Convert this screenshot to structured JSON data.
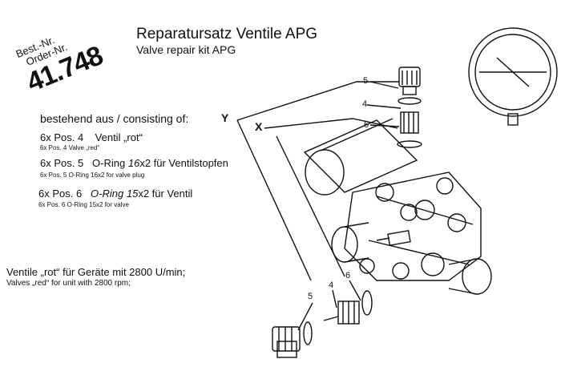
{
  "order": {
    "best_nr_label": "Best.-Nr.",
    "order_nr_label": "Order-Nr.",
    "number": "41.748"
  },
  "title": {
    "de": "Reparatursatz Ventile APG",
    "en": "Valve repair kit APG"
  },
  "consisting_of": "bestehend aus / consisting of:",
  "items": [
    {
      "qty": "6x Pos. 4",
      "de_main": "Ventil „rot“",
      "de_mid": "",
      "de_tail": "",
      "en": "6x Pos. 4   Valve „red“"
    },
    {
      "qty": "6x Pos. 5",
      "de_main": "O-Ring ",
      "de_mid": "16",
      "de_tail": "x2 für Ventilstopfen",
      "en": "6x Pos. 5   O-Ring 16x2 for valve plug"
    },
    {
      "qty": "6x Pos. 6",
      "de_main": "O-Ring ",
      "de_mid": "15",
      "de_tail": "x2 für Ventil",
      "en": "6x Pos. 6   O-Ring 15x2 for valve"
    }
  ],
  "note": {
    "de": "Ventile „rot“ für Geräte mit 2800 U/min;",
    "en": "Valves „red“ for unit with 2800 rpm;"
  },
  "callouts": {
    "y": "Y",
    "x": "X"
  },
  "positions": {
    "top_5": "5",
    "top_4": "4",
    "top_6": "6",
    "bottom_5": "5",
    "bottom_4": "4",
    "bottom_6": "6"
  }
}
